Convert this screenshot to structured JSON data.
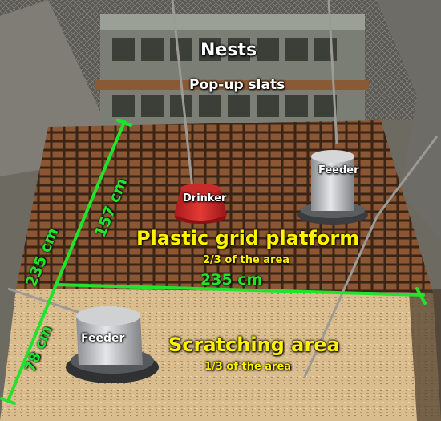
{
  "labels": {
    "nests": "Nests",
    "popup_slats": "Pop-up slats",
    "drinker": "Drinker",
    "feeder_top": "Feeder",
    "feeder_bottom": "Feeder",
    "platform_title": "Plastic grid platform",
    "platform_sub": "2/3 of the area",
    "scratch_title": "Scratching area",
    "scratch_sub": "1/3 of the area"
  },
  "dimensions": {
    "left_outer": "235 cm",
    "platform_depth": "157 cm",
    "width": "235 cm",
    "scratch_depth": "78 cm"
  },
  "colors": {
    "measure_line": "#22e32b",
    "title_text": "#fff200",
    "label_text": "#ffffff",
    "litter": "#d8b98a",
    "grid_platform": "#7a4a2c",
    "drinker": "#d8282a",
    "feeder": "#b9bcbf"
  }
}
